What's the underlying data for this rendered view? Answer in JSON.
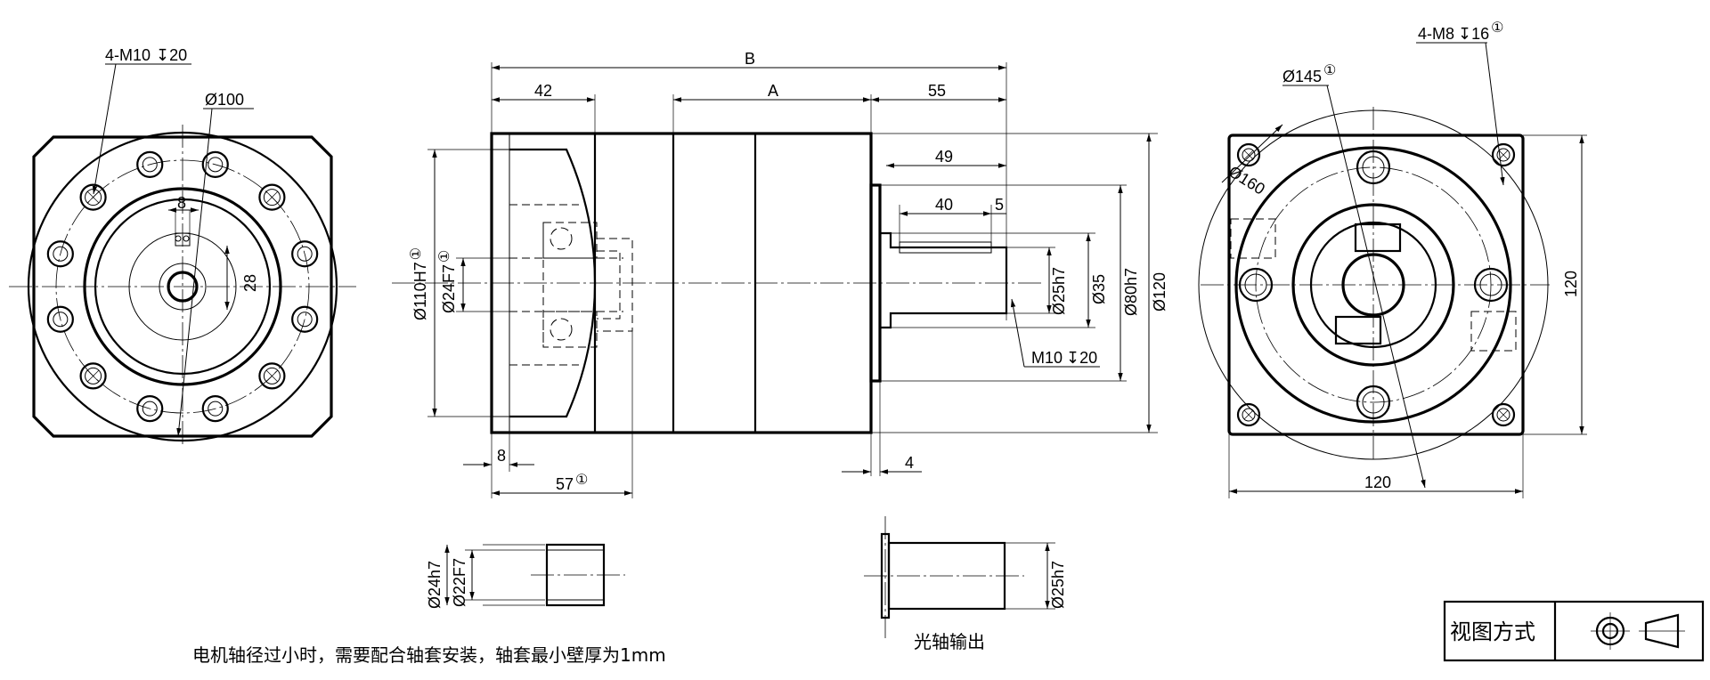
{
  "front_view": {
    "tapped_holes": "4-M10",
    "tapped_depth": "20",
    "bolt_circle": "Ø100",
    "key_width": "8",
    "key_height": "28"
  },
  "side_view": {
    "overall_length": "B",
    "body_length": "A",
    "input_flange_len": "42",
    "output_len": "55",
    "shaft_len": "49",
    "key_len": "40",
    "key_offset": "5",
    "pilot_dia": "Ø110H7",
    "input_bore": "Ø24F7",
    "shaft_dia": "Ø25h7",
    "shaft_shoulder": "Ø35",
    "spigot_dia": "Ø80h7",
    "body_dia": "Ø120",
    "center_thread": "M10",
    "center_depth": "20",
    "flange_thick": "8",
    "input_depth": "57",
    "spigot_depth": "4",
    "note_mark": "①"
  },
  "end_view": {
    "tapped_holes": "4-M8",
    "tapped_depth": "16",
    "pcd_small": "Ø145",
    "pcd_large": "Ø160",
    "width": "120",
    "height": "120"
  },
  "bushing": {
    "outer_dia": "Ø24h7",
    "inner_dia": "Ø22F7",
    "note": "电机轴径过小时，需要配合轴套安装，轴套最小壁厚为1mm"
  },
  "plain_shaft": {
    "dia": "Ø25h7",
    "label": "光轴输出"
  },
  "view_box": {
    "label": "视图方式"
  }
}
